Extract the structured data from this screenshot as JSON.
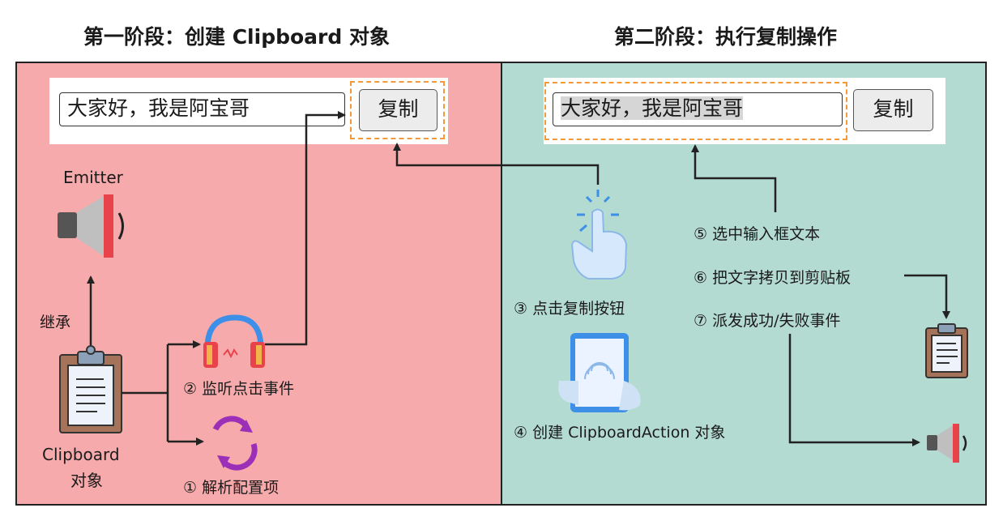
{
  "stage1": {
    "heading": "第一阶段：创建 Clipboard 对象",
    "input_text": "大家好，我是阿宝哥",
    "copy_button": "复制",
    "emitter_label": "Emitter",
    "inherit_label": "继承",
    "clipboard_label_line1": "Clipboard",
    "clipboard_label_line2": "对象",
    "step2": "② 监听点击事件",
    "step1": "① 解析配置项"
  },
  "stage2": {
    "heading": "第二阶段：执行复制操作",
    "input_text_before": "大家好，我是阿宝哥",
    "copy_button": "复制",
    "step3": "③ 点击复制按钮",
    "step4": "④ 创建 ClipboardAction 对象",
    "step5": "⑤ 选中输入框文本",
    "step6": "⑥ 把文字拷贝到剪贴板",
    "step7": "⑦ 派发成功/失败事件"
  },
  "colors": {
    "stage1_bg": "#f7aaab",
    "stage2_bg": "#b4dbd2",
    "highlight_dash": "#f29a3a",
    "speaker_red": "#e8434a",
    "headphone_blue": "#3d8fe8",
    "arrow": "#222222"
  }
}
